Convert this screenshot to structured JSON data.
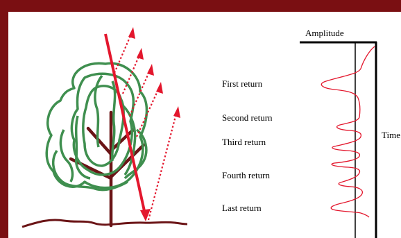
{
  "colors": {
    "frame": "#7a0f12",
    "foliage": "#3f8f4f",
    "trunk": "#6b1416",
    "ground": "#6b1416",
    "laser": "#e3172d",
    "waveform": "#e3172d",
    "axis": "#000000"
  },
  "labels": {
    "amplitude": "Amplitude",
    "time": "Time",
    "returns": [
      "First return",
      "Second return",
      "Third return",
      "Fourth return",
      "Last return"
    ]
  },
  "waveform": {
    "peaks": [
      "First return",
      "Second return",
      "Third return",
      "Fourth return",
      "Last return"
    ]
  }
}
